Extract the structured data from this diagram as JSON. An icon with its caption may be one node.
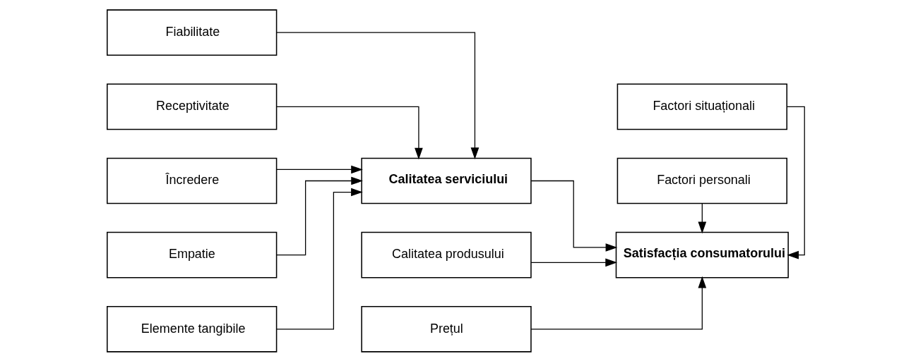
{
  "diagram": {
    "nodes": [
      {
        "text": [
          "Fiabilitate"
        ]
      },
      {
        "text": [
          "Receptivitate"
        ]
      },
      {
        "text": [
          "Încredere"
        ]
      },
      {
        "text": [
          "Empatie"
        ]
      },
      {
        "text": [
          "Elemente tangibile"
        ]
      },
      {
        "text": [
          "Calitatea produsului"
        ]
      },
      {
        "text": [
          "Calitatea serviciului"
        ]
      },
      {
        "text": [
          "Prețul"
        ]
      },
      {
        "text": [
          "Factori situaționali"
        ]
      },
      {
        "text": [
          "Satisfacția consumatorului"
        ]
      },
      {
        "text": [
          "Factori personali"
        ]
      }
    ],
    "edges": [
      {
        "from": 0,
        "to": 6,
        "arrow": "to"
      },
      {
        "from": 1,
        "to": 6,
        "arrow": "to"
      },
      {
        "from": 2,
        "to": 6,
        "arrow": "to"
      },
      {
        "from": 3,
        "to": 6,
        "arrow": "to"
      },
      {
        "from": 4,
        "to": 6,
        "arrow": "to"
      },
      {
        "from": 5,
        "to": 9,
        "arrow": "to"
      },
      {
        "from": 6,
        "to": 9,
        "arrow": "to"
      },
      {
        "from": 7,
        "to": 9,
        "arrow": "to"
      },
      {
        "from": 8,
        "to": 9,
        "arrow": "to"
      },
      {
        "from": 10,
        "to": 9,
        "arrow": "to"
      }
    ]
  }
}
